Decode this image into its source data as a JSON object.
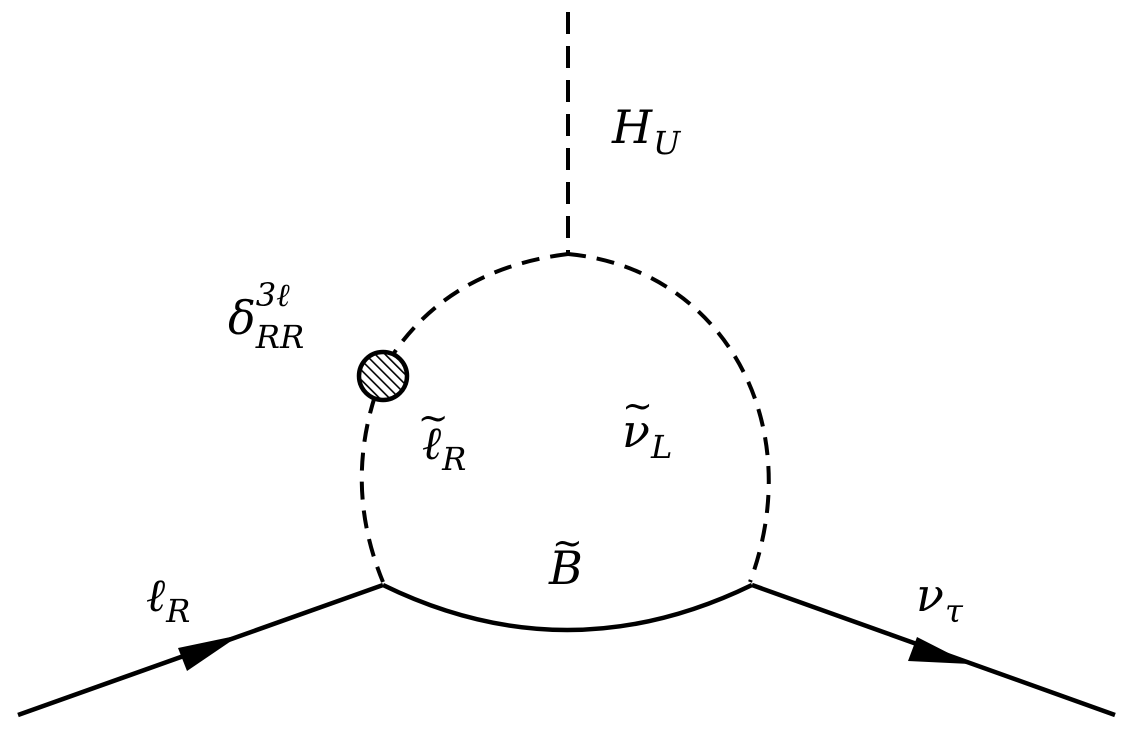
{
  "diagram": {
    "labels": {
      "higgs": {
        "base": "H",
        "sub": "U"
      },
      "mass_insertion": {
        "base": "δ",
        "sup": "3ℓ",
        "sub": "RR"
      },
      "slepton": {
        "base": "ℓ",
        "sub": "R"
      },
      "sneutrino": {
        "base": "ν",
        "sub": "L"
      },
      "bino": {
        "base": "B"
      },
      "lepton_in": {
        "base": "ℓ",
        "sub": "R"
      },
      "neutrino_out": {
        "base": "ν",
        "sub": "τ"
      }
    }
  }
}
